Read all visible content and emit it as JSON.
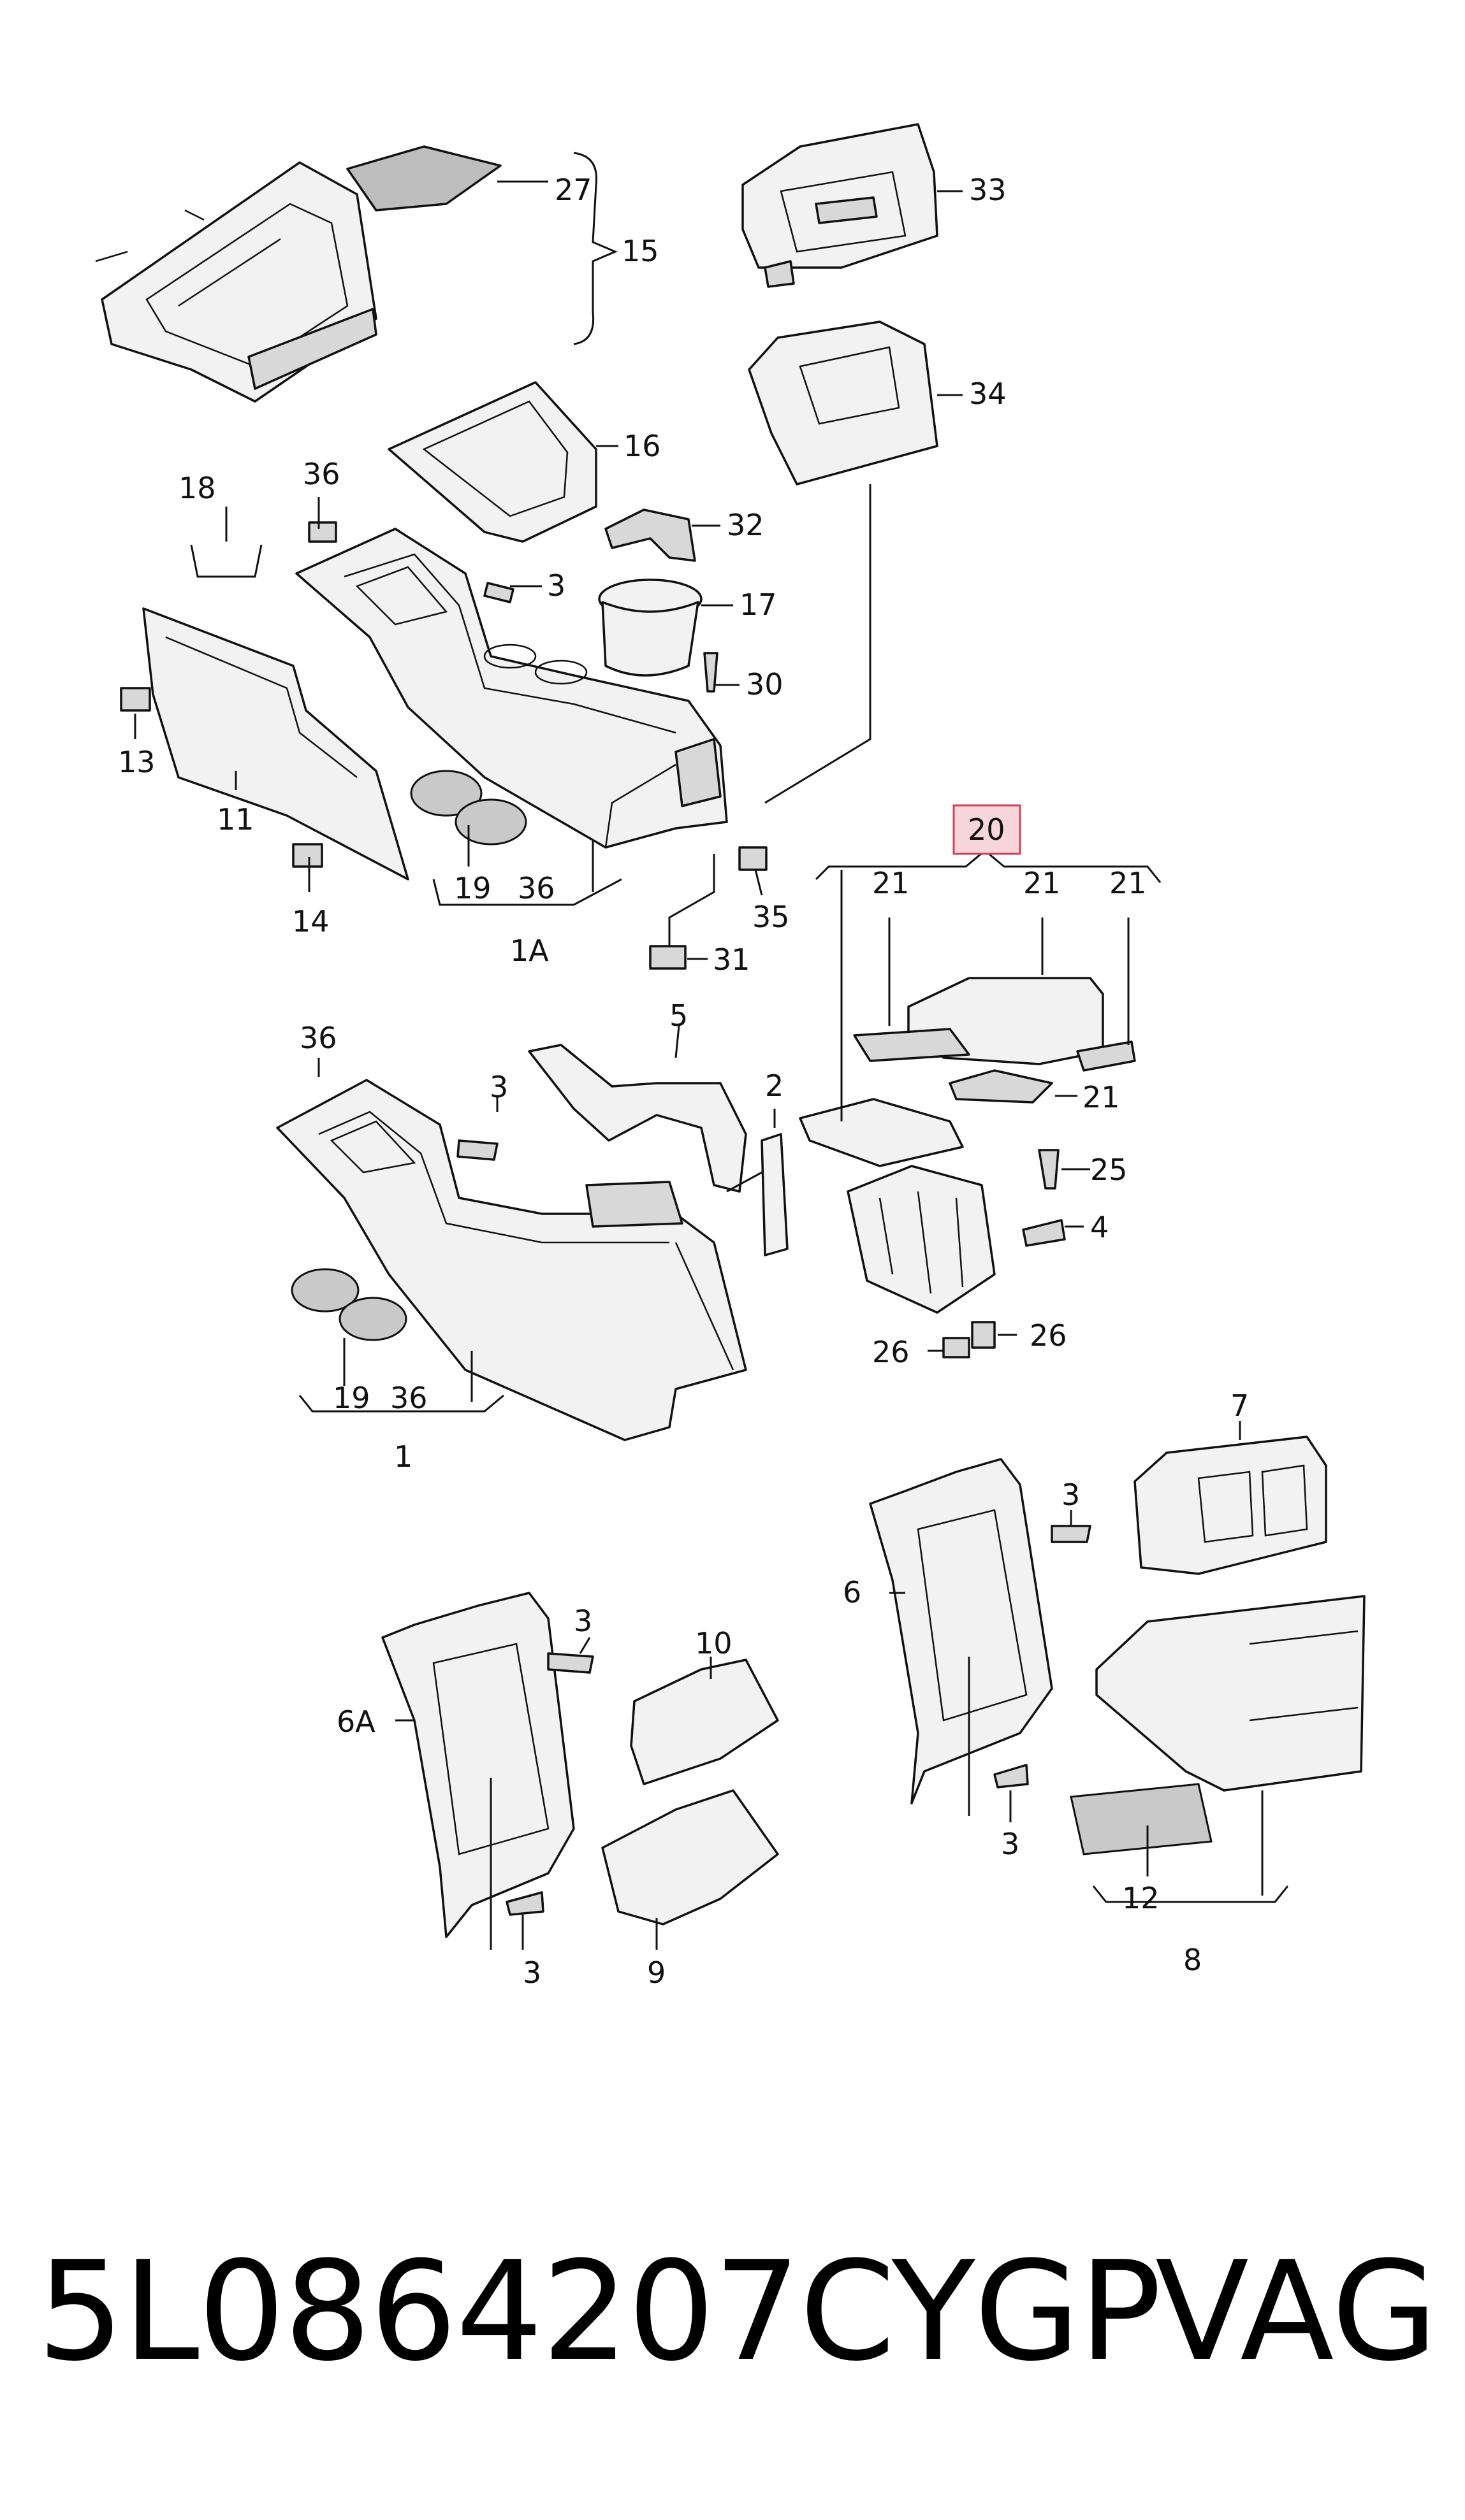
{
  "callouts": {
    "l27": "27",
    "l15": "15",
    "l33": "33",
    "l34": "34",
    "l16": "16",
    "l18": "18",
    "l36a": "36",
    "l32": "32",
    "l3a": "3",
    "l17": "17",
    "l30": "30",
    "l13": "13",
    "l11": "11",
    "l19a": "19",
    "l36b": "36",
    "l1A": "1A",
    "l14": "14",
    "l35": "35",
    "l31": "31",
    "l20": "20",
    "l21a": "21",
    "l21b": "21",
    "l21c": "21",
    "l21d": "21",
    "l25": "25",
    "l4": "4",
    "l36c": "36",
    "l3b": "3",
    "l5": "5",
    "l2": "2",
    "l19b": "19",
    "l36d": "36",
    "l1": "1",
    "l26a": "26",
    "l26b": "26",
    "l7": "7",
    "l3c": "3",
    "l6": "6",
    "l3d": "3",
    "l3e": "3",
    "l10": "10",
    "l6A": "6A",
    "l3f": "3",
    "l9": "9",
    "l12": "12",
    "l8": "8"
  },
  "footer": {
    "part_number": "5L0864207CYGP",
    "brand": "VAG"
  },
  "colors": {
    "ink": "#111111",
    "part_fill": "#f2f2f2",
    "highlight_fill": "#f6d6da",
    "highlight_stroke": "#d2415a"
  }
}
